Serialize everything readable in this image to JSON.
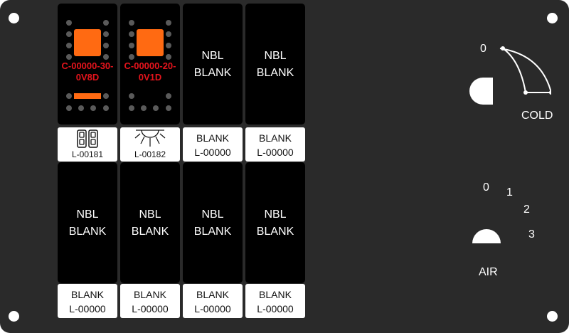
{
  "switches": [
    {
      "code_line1": "C-00000-30-",
      "code_line2": "0V8D",
      "label_code": "L-00181",
      "label_icon": "dual-switch-icon"
    },
    {
      "code_line1": "C-00000-20-",
      "code_line2": "0V1D",
      "label_code": "L-00182",
      "label_icon": "light-icon"
    },
    {
      "nbl_line1": "NBL",
      "nbl_line2": "BLANK",
      "label_line1": "BLANK",
      "label_line2": "L-00000"
    },
    {
      "nbl_line1": "NBL",
      "nbl_line2": "BLANK",
      "label_line1": "BLANK",
      "label_line2": "L-00000"
    },
    {
      "nbl_line1": "NBL",
      "nbl_line2": "BLANK",
      "label_line1": "BLANK",
      "label_line2": "L-00000"
    },
    {
      "nbl_line1": "NBL",
      "nbl_line2": "BLANK",
      "label_line1": "BLANK",
      "label_line2": "L-00000"
    },
    {
      "nbl_line1": "NBL",
      "nbl_line2": "BLANK",
      "label_line1": "BLANK",
      "label_line2": "L-00000"
    },
    {
      "nbl_line1": "NBL",
      "nbl_line2": "BLANK",
      "label_line1": "BLANK",
      "label_line2": "L-00000"
    }
  ],
  "temp_knob": {
    "zero": "0",
    "label": "COLD"
  },
  "air_knob": {
    "positions": [
      "0",
      "1",
      "2",
      "3"
    ],
    "label": "AIR"
  },
  "colors": {
    "panel": "#2a2a2a",
    "switch": "#000000",
    "lamp": "#ff6a12",
    "code": "#e4141c"
  }
}
